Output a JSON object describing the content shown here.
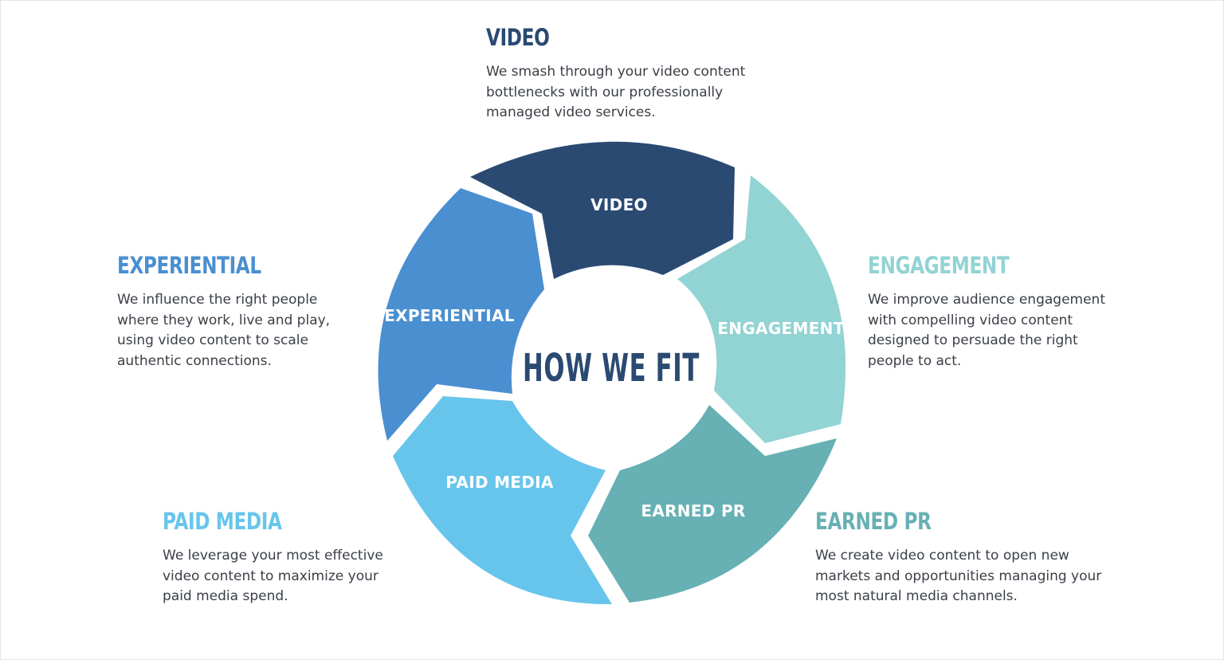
{
  "colors": {
    "video": "#2a4a72",
    "engagement": "#92d3d3",
    "earned_pr": "#67b0b4",
    "paid_media": "#67c5ec",
    "experiential": "#4a8fd0",
    "center_text": "#2a4a72",
    "body_text": "#3a3f47"
  },
  "wheel": {
    "center_label": "HOW WE FIT",
    "segments": [
      {
        "id": "video",
        "label": "VIDEO"
      },
      {
        "id": "engagement",
        "label": "ENGAGEMENT"
      },
      {
        "id": "earned_pr",
        "label": "EARNED PR"
      },
      {
        "id": "paid_media",
        "label": "PAID MEDIA"
      },
      {
        "id": "experiential",
        "label": "EXPERIENTIAL"
      }
    ]
  },
  "descriptions": {
    "video": {
      "title": "VIDEO",
      "text": "We smash through your video content\nbottlenecks with our professionally\nmanaged video services."
    },
    "experiential": {
      "title": "EXPERIENTIAL",
      "text": "We influence the right people\nwhere they work, live and play,\nusing video content to scale\nauthentic connections."
    },
    "engagement": {
      "title": "ENGAGEMENT",
      "text": "We improve audience engagement\nwith compelling video content\ndesigned to persuade the right\npeople to act."
    },
    "paid_media": {
      "title": "PAID MEDIA",
      "text": "We leverage your most effective\nvideo content to maximize your\npaid media spend."
    },
    "earned_pr": {
      "title": "EARNED PR",
      "text": "We create video content to open new\nmarkets and opportunities managing your\nmost natural media channels."
    }
  }
}
